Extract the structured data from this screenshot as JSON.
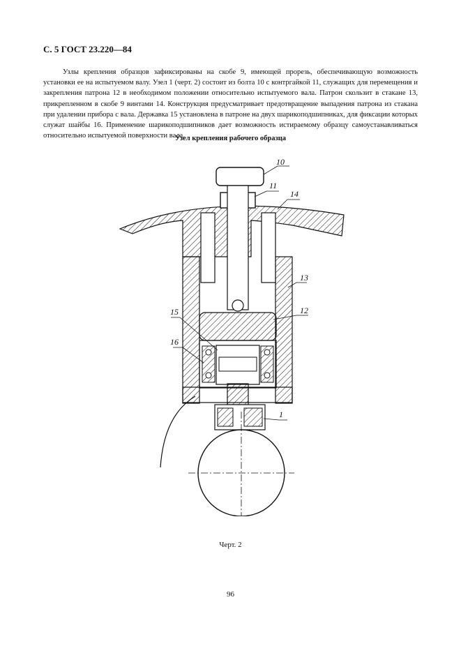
{
  "header": "С. 5 ГОСТ 23.220—84",
  "paragraph": "Узлы крепления образцов зафиксированы на скобе 9, имеющей прорезь, обеспечивающую возможность установки ее на испытуемом валу. Узел 1 (черт. 2) состоит из болта 10 с контргайкой 11, служащих для перемещения и закрепления патрона 12 в необходимом положении относительно испытуемого вала. Патрон скользит в стакане 13, прикрепленном в скобе 9 винтами 14. Конструкция предусматривает предотвращение выпадения патрона из стакана при удалении прибора с вала. Державка 15 установлена в патроне на двух шарикоподшипниках, для фиксации которых служат шайбы 16. Применение шарикоподшипников дает возможность истираемому образцу самоустанавливаться относительно испытуемой поверхности вала.",
  "figure_title": "Узел крепления рабочего образца",
  "callouts": {
    "c10": "10",
    "c11": "11",
    "c14": "14",
    "c13": "13",
    "c15": "15",
    "c12": "12",
    "c16": "16",
    "c1": "1"
  },
  "caption": "Черт. 2",
  "page_number": "96"
}
